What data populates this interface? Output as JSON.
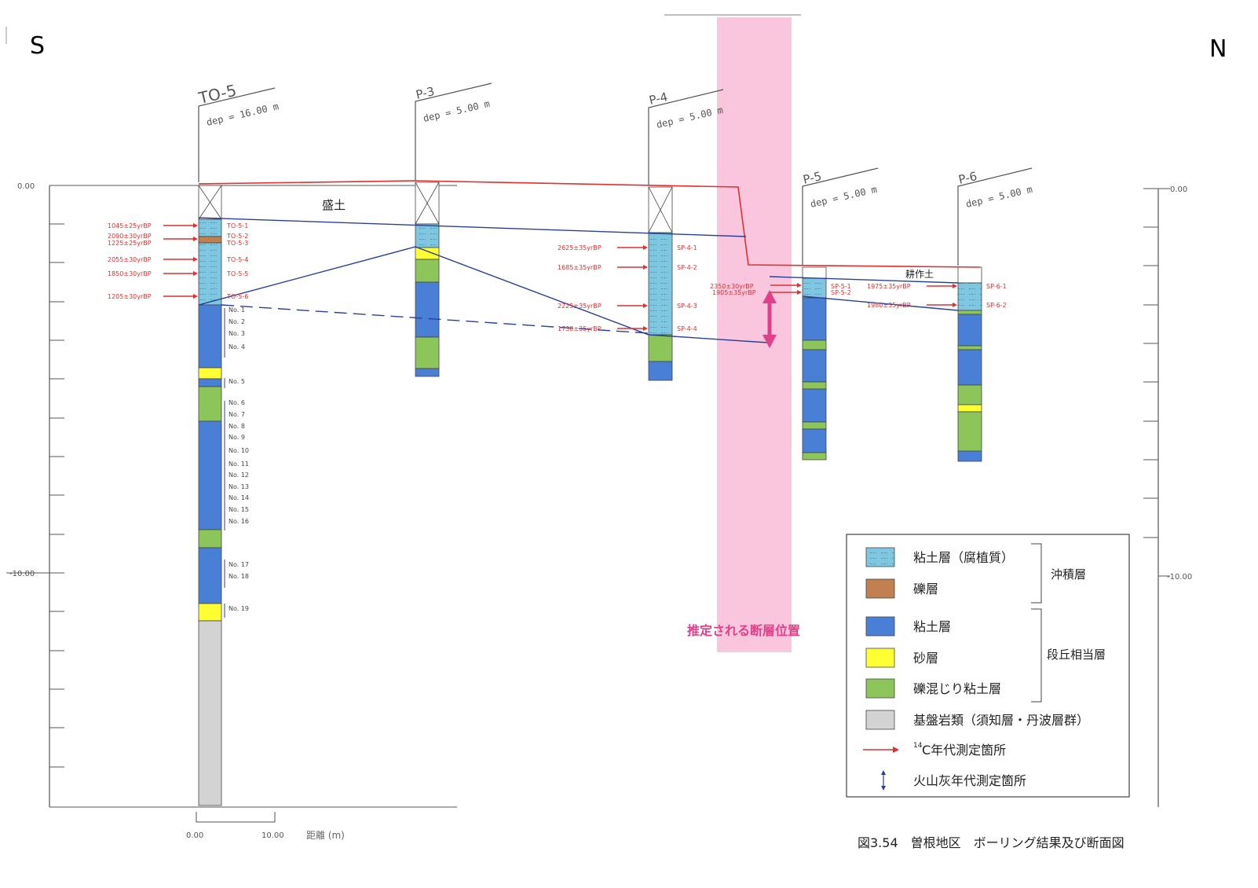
{
  "compass": {
    "left": "S",
    "right": "N"
  },
  "depth_axis": {
    "left_zero": "0.00",
    "left_ten": "-10.00",
    "right_zero": "0.00",
    "right_ten": "-10.00"
  },
  "scale_bar": {
    "start": "0.00",
    "end": "10.00",
    "label": "距離 (m)"
  },
  "fill_label": "盛土",
  "topsoil_label": "耕作土",
  "fault_label": "推定される断層位置",
  "figure_caption": "図3.54　曽根地区　ボーリング結果及び断面図",
  "colors": {
    "humus_clay": "#7fc6e0",
    "gravel": "#c08050",
    "clay": "#4a7fd6",
    "sand": "#ffff33",
    "gravelly_clay": "#8cc65a",
    "bedrock": "#d3d3d3",
    "fault_zone": "#f9c6dd",
    "red_line": "#e03030",
    "blue_line": "#2a3f9a",
    "fault_text": "#e0408a"
  },
  "boreholes": [
    {
      "name": "TO-5",
      "depth": "dep = 16.00 m"
    },
    {
      "name": "P-3",
      "depth": "dep = 5.00 m"
    },
    {
      "name": "P-4",
      "depth": "dep = 5.00 m"
    },
    {
      "name": "P-5",
      "depth": "dep = 5.00 m"
    },
    {
      "name": "P-6",
      "depth": "dep = 5.00 m"
    }
  ],
  "c14_samples": {
    "to5": [
      {
        "age": "1045±25yrBP",
        "id": "TO-5-1"
      },
      {
        "age": "2090±30yrBP",
        "id": "TO-5-2"
      },
      {
        "age": "1225±25yrBP",
        "id": "TO-5-3"
      },
      {
        "age": "2055±30yrBP",
        "id": "TO-5-4"
      },
      {
        "age": "1850±30yrBP",
        "id": "TO-5-5"
      },
      {
        "age": "1205±30yrBP",
        "id": "TO-5-6"
      }
    ],
    "p4": [
      {
        "age": "2625±35yrBP",
        "id": "SP-4-1"
      },
      {
        "age": "1685±35yrBP",
        "id": "SP-4-2"
      },
      {
        "age": "2225±35yrBP",
        "id": "SP-4-3"
      },
      {
        "age": "1730±35yrBP",
        "id": "SP-4-4"
      }
    ],
    "p5": [
      {
        "age": "2350±30yrBP",
        "id": "SP-5-1"
      },
      {
        "age": "1905±35yrBP",
        "id": "SP-5-2"
      }
    ],
    "p6": [
      {
        "age": "1975±35yrBP",
        "id": "SP-6-1"
      },
      {
        "age": "1980±35yrBP",
        "id": "SP-6-2"
      }
    ]
  },
  "tephra_samples": [
    "No. 1",
    "No. 2",
    "No. 3",
    "No. 4",
    "No. 5",
    "No. 6",
    "No. 7",
    "No. 8",
    "No. 9",
    "No. 10",
    "No. 11",
    "No. 12",
    "No. 13",
    "No. 14",
    "No. 15",
    "No. 16",
    "No. 17",
    "No. 18",
    "No. 19"
  ],
  "legend": {
    "items": [
      {
        "key": "humus_clay",
        "label": "粘土層（腐植質）"
      },
      {
        "key": "gravel",
        "label": "礫層"
      },
      {
        "key": "clay",
        "label": "粘土層"
      },
      {
        "key": "sand",
        "label": "砂層"
      },
      {
        "key": "gravelly_clay",
        "label": "礫混じり粘土層"
      },
      {
        "key": "bedrock",
        "label": "基盤岩類（須知層・丹波層群）"
      }
    ],
    "group_alluvium": "沖積層",
    "group_terrace": "段丘相当層",
    "c14_marker": "C年代測定箇所",
    "c14_superscript": "14",
    "tephra_marker": "火山灰年代測定箇所"
  }
}
